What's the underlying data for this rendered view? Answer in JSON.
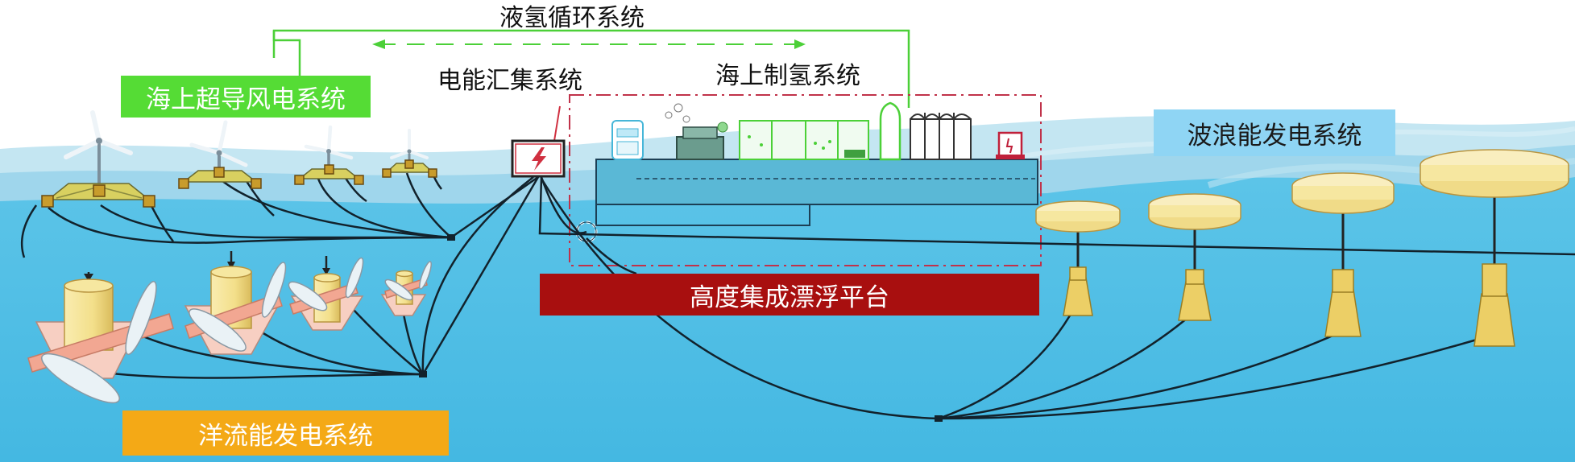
{
  "labels": {
    "hydrogen_cycle": "液氢循环系统",
    "wind": "海上超导风电系统",
    "collection": "电能汇集系统",
    "h2_production": "海上制氢系统",
    "wave": "波浪能发电系统",
    "platform": "高度集成漂浮平台",
    "current": "洋流能发电系统"
  },
  "colors": {
    "sky": "#ffffff",
    "sea_surface": "#c4e6f2",
    "sea_band": "#9fd6ec",
    "sea_deep": "#4cbde4",
    "wind_label_bg": "#55dc35",
    "wave_label_bg": "#8fd5f4",
    "platform_label_bg": "#a80f0f",
    "current_label_bg": "#f4a916",
    "green_line": "#4cd038",
    "dashdot_box": "#c0324a",
    "buoy": "#f6e7a0",
    "buoy_edge": "#c9a43a",
    "vane": "#f2a792"
  }
}
